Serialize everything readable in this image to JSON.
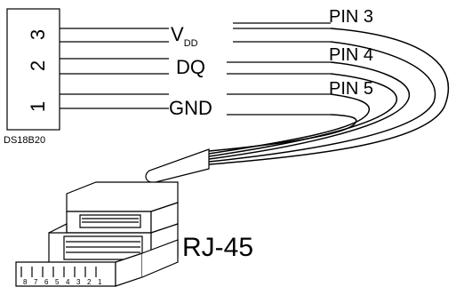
{
  "sensor": {
    "name": "DS18B20",
    "pins": [
      "3",
      "2",
      "1"
    ]
  },
  "signals": {
    "vdd_main": "V",
    "vdd_sub": "DD",
    "dq": "DQ",
    "gnd": "GND"
  },
  "connector_pins": [
    "PIN 3",
    "PIN 4",
    "PIN 5"
  ],
  "connector": {
    "name": "RJ-45",
    "pin_numbers": [
      "8",
      "7",
      "6",
      "5",
      "4",
      "3",
      "2",
      "1"
    ]
  }
}
